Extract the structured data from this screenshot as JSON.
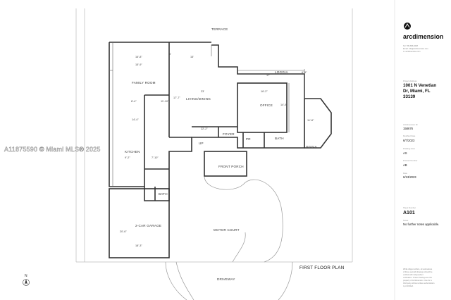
{
  "watermark": "A11875590 © Miami MLS® 2025",
  "north_label": "N",
  "sheet_title": "FIRST FLOOR PLAN",
  "rooms": {
    "terrace": "TERRACE",
    "family_room": "FAMILY ROOM",
    "living_dining": "LIVING/DINING",
    "office": "OFFICE",
    "loggia_top": "LOGGIA",
    "loggia_right": "LOGGIA",
    "foyer": "FOYER",
    "pr": "PR",
    "bath_upper": "BATH",
    "kitchen": "KITCHEN",
    "up": "UP",
    "front_porch": "FRONT PORCH",
    "bath_lower": "BATH",
    "garage": "2-CAR GARAGE",
    "motor_court": "MOTOR COURT",
    "driveway": "DRIVEWAY"
  },
  "dimensions": {
    "d1": "16'-8\"",
    "d2": "6'",
    "d3": "15'",
    "d4": "15'-9\"",
    "d5": "23'",
    "d6": "22'-2\"",
    "d7": "17'",
    "d8": "16'-2\"",
    "d9": "6'-5\"",
    "d10": "14'-9\"",
    "d11": "11'-8\"",
    "d12": "8'-4\"",
    "d13": "11'-10\"",
    "d14": "14'-4\"",
    "d15": "9'-2\"",
    "d16": "7'-10\"",
    "d17": "18'-3\"",
    "d18": "20'-6\"",
    "d19": "17'-7\""
  },
  "title_block": {
    "company": "arcdimension",
    "contact_lines": [
      "Tel: 786-866-6638",
      "Email: info@arcdimension.com",
      "w: arcdimension.com"
    ],
    "project_address_label": "Project Address",
    "project_address": [
      "1001 N Venetian",
      "Dr, Miami, FL",
      "33139"
    ],
    "fields": [
      {
        "label": "Arcdimension ID",
        "value": "158676"
      },
      {
        "label": "Modified Date",
        "value": "6/7/2023"
      },
      {
        "label": "Drawing Area",
        "value": "AS"
      },
      {
        "label": "Product Number",
        "value": "AB"
      },
      {
        "label": "Date",
        "value": "6/13/2023"
      }
    ],
    "sheet_number_label": "Sheet Number",
    "sheet_number": "A101",
    "notes_label": "Notes",
    "notes": "No further notes applicable.",
    "disclaimer": [
      "While diligent efforts, all estimations",
      "of these as-built drawings should be",
      "verified with independent",
      "verification. These drawings are the",
      "property of Arcdimension. Use for a",
      "third party without written authorization",
      "is prohibited."
    ]
  }
}
